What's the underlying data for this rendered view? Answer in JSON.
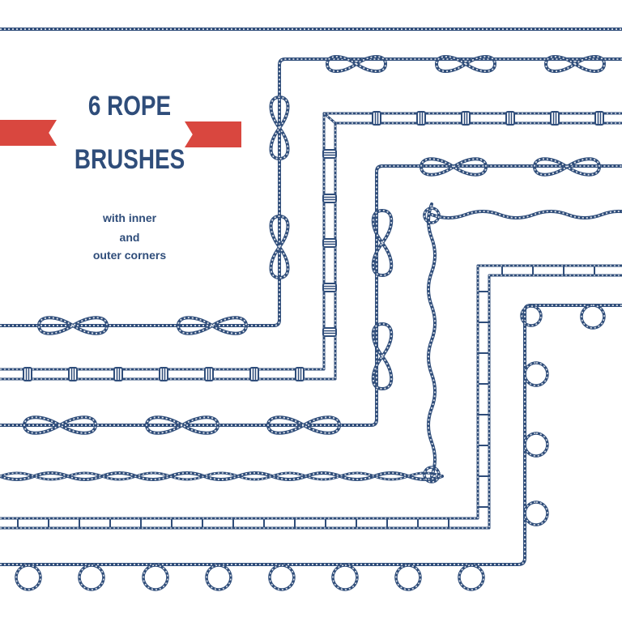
{
  "title": {
    "line1": "6 ROPE",
    "line2": "BRUSHES"
  },
  "subtitle": {
    "line1": "with inner",
    "line2": "and",
    "line3": "outer corners"
  },
  "colors": {
    "rope": "#2f4d7a",
    "ribbon": "#d9473f",
    "background": "#ffffff"
  },
  "brushes": [
    {
      "name": "figure-eight-knot-rope",
      "pattern": "figure-eight knots"
    },
    {
      "name": "double-rope-with-bindings",
      "pattern": "double line with wrapped bindings"
    },
    {
      "name": "slanted-figure-eight-rope",
      "pattern": "slanted figure-eight knots"
    },
    {
      "name": "twisted-wavy-rope",
      "pattern": "twisted wave"
    },
    {
      "name": "double-rope-with-ticks",
      "pattern": "double line with small ticks"
    },
    {
      "name": "looped-rope",
      "pattern": "hanging loops"
    }
  ]
}
